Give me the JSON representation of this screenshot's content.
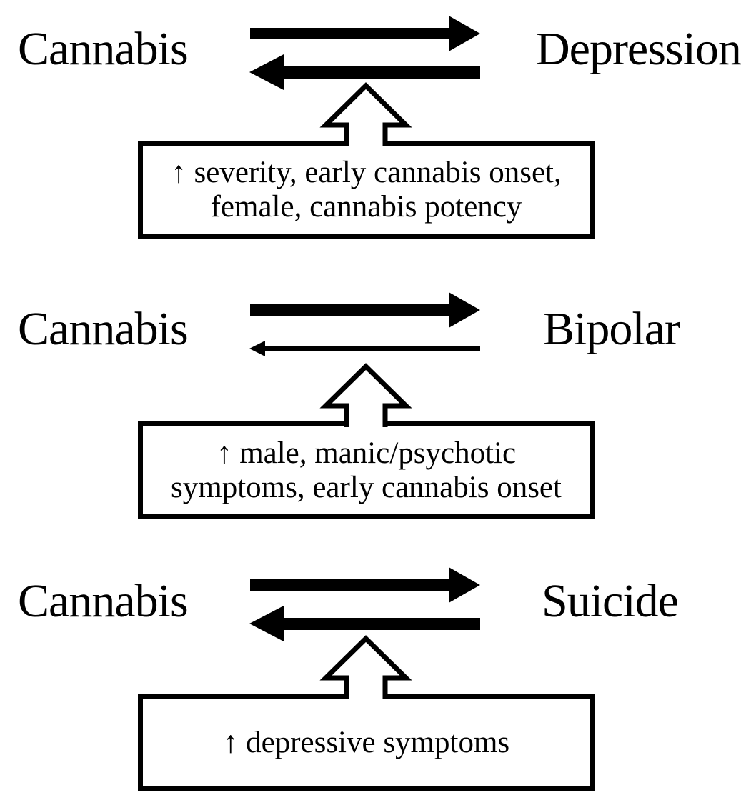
{
  "diagram": {
    "background": "#ffffff",
    "ink_color": "#000000",
    "description": "Bidirectional relationships between cannabis and three mood outcomes, each moderated by factors listed in a box pointing up at the relationship arrows"
  },
  "panels": [
    {
      "left_label": "Cannabis",
      "right_label": "Depression",
      "forward_arrow": {
        "from": "Cannabis",
        "to": "Depression",
        "direction": "right",
        "weight": "thick"
      },
      "backward_arrow": {
        "from": "Depression",
        "to": "Cannabis",
        "direction": "left",
        "weight": "thick"
      },
      "moderator_box": {
        "lines": [
          "↑ severity, early cannabis onset,",
          "female, cannabis potency"
        ]
      }
    },
    {
      "left_label": "Cannabis",
      "right_label": "Bipolar",
      "forward_arrow": {
        "from": "Cannabis",
        "to": "Bipolar",
        "direction": "right",
        "weight": "thick"
      },
      "backward_arrow": {
        "from": "Bipolar",
        "to": "Cannabis",
        "direction": "left",
        "weight": "thin"
      },
      "moderator_box": {
        "lines": [
          "↑ male, manic/psychotic",
          "symptoms, early cannabis onset"
        ]
      }
    },
    {
      "left_label": "Cannabis",
      "right_label": "Suicide",
      "forward_arrow": {
        "from": "Cannabis",
        "to": "Suicide",
        "direction": "right",
        "weight": "thick"
      },
      "backward_arrow": {
        "from": "Suicide",
        "to": "Cannabis",
        "direction": "left",
        "weight": "thick"
      },
      "moderator_box": {
        "lines": [
          "↑ depressive symptoms"
        ]
      }
    }
  ]
}
